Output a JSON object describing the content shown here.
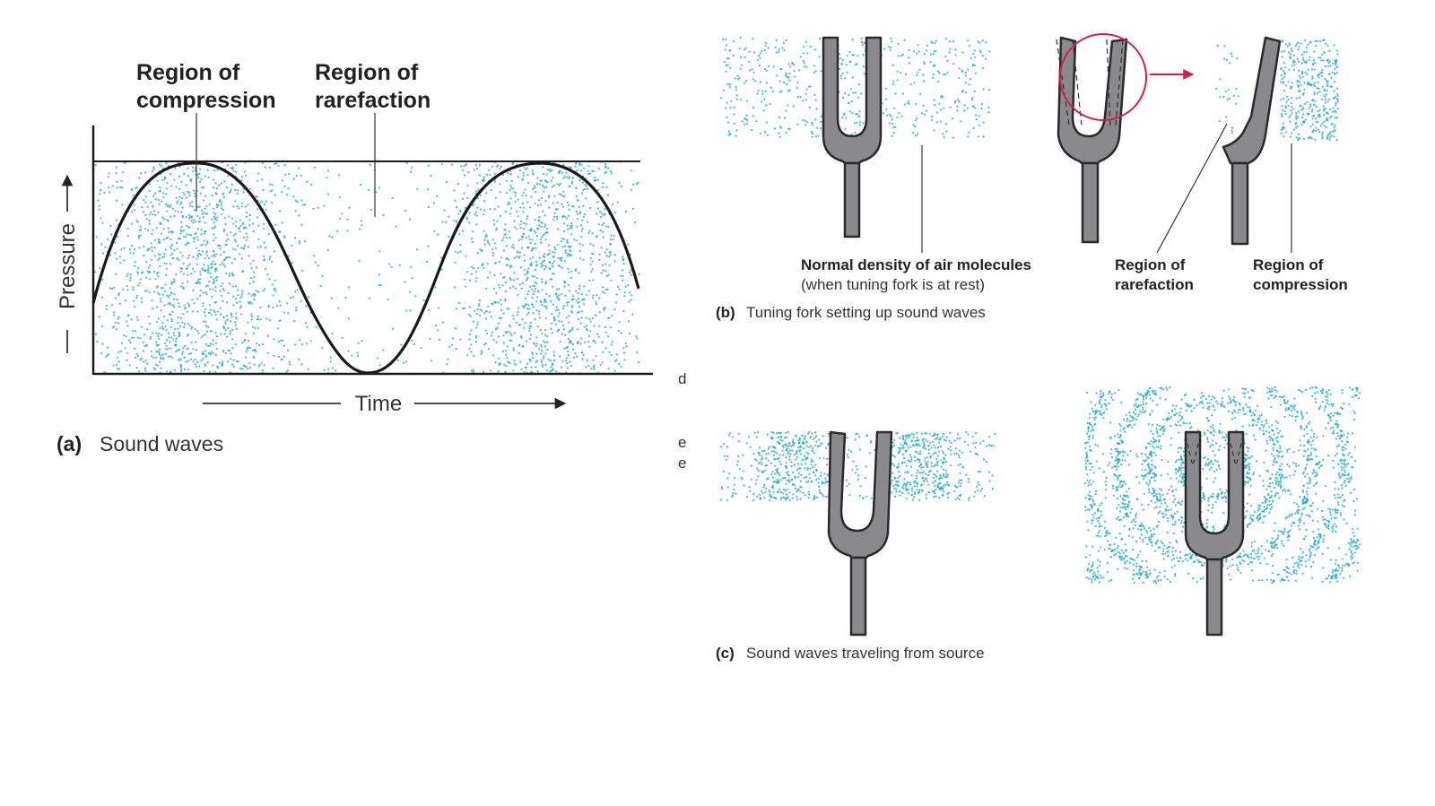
{
  "panel_a": {
    "label_compression_1": "Region of",
    "label_compression_2": "compression",
    "label_rarefaction_1": "Region of",
    "label_rarefaction_2": "rarefaction",
    "y_axis": "Pressure",
    "x_axis": "Time",
    "caption_letter": "(a)",
    "caption_text": "Sound waves"
  },
  "panel_b": {
    "normal_density_1": "Normal density of air molecules",
    "normal_density_2": "(when tuning fork is at rest)",
    "rarefaction_1": "Region of",
    "rarefaction_2": "rarefaction",
    "compression_1": "Region of",
    "compression_2": "compression",
    "caption_letter": "(b)",
    "caption_text": "Tuning fork setting up sound waves"
  },
  "panel_c": {
    "caption_letter": "(c)",
    "caption_text": "Sound waves traveling from source"
  },
  "fragments": {
    "f1": "d",
    "f2": "e",
    "f3": "e"
  },
  "colors": {
    "molecule_dot": "#29a9c9",
    "curve": "#1a1a1a",
    "fork_fill": "#8a8a8c",
    "magnifier": "#d81e48"
  }
}
